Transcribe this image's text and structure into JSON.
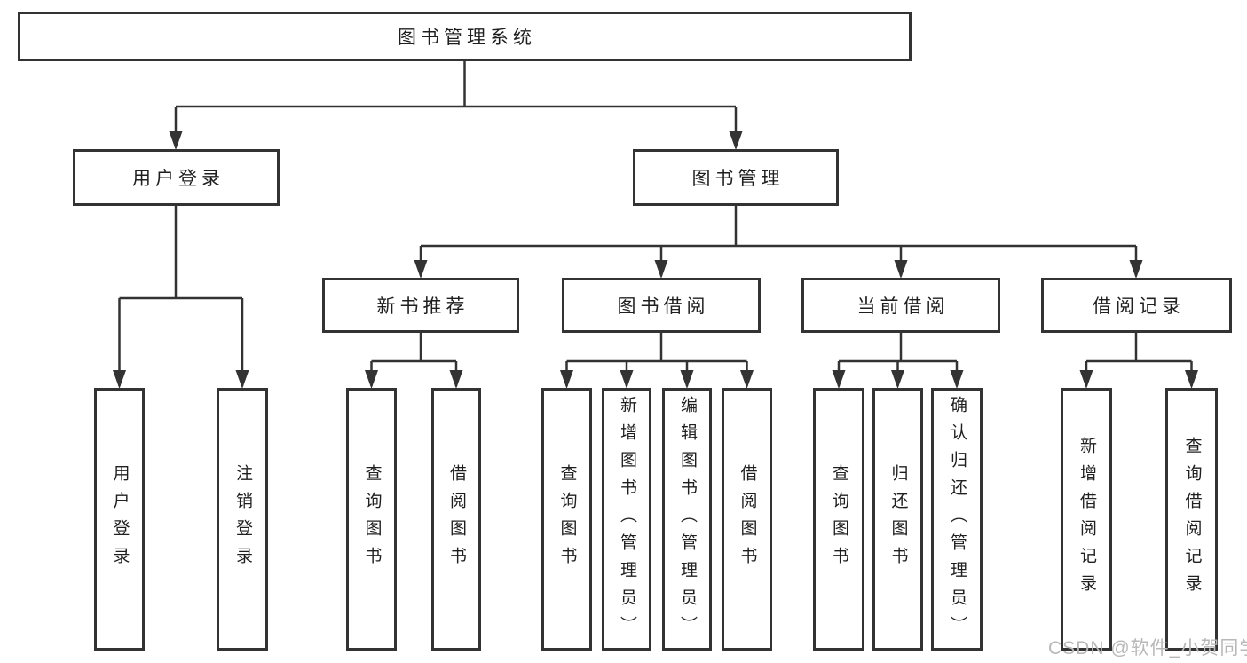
{
  "tree": {
    "root": {
      "label": "图书管理系统",
      "children": [
        {
          "label": "用户登录",
          "children": [
            {
              "label": "用户登录"
            },
            {
              "label": "注销登录"
            }
          ]
        },
        {
          "label": "图书管理",
          "children": [
            {
              "label": "新书推荐",
              "children": [
                {
                  "label": "查询图书"
                },
                {
                  "label": "借阅图书"
                }
              ]
            },
            {
              "label": "图书借阅",
              "children": [
                {
                  "label": "查询图书"
                },
                {
                  "label": "新增图书（管理员）"
                },
                {
                  "label": "编辑图书（管理员）"
                },
                {
                  "label": "借阅图书"
                }
              ]
            },
            {
              "label": "当前借阅",
              "children": [
                {
                  "label": "查询图书"
                },
                {
                  "label": "归还图书"
                },
                {
                  "label": "确认归还（管理员）"
                }
              ]
            },
            {
              "label": "借阅记录",
              "children": [
                {
                  "label": "新增借阅记录"
                },
                {
                  "label": "查询借阅记录"
                }
              ]
            }
          ]
        }
      ]
    }
  },
  "watermark": {
    "text": "CSDN @软件_小贺同学"
  },
  "colors": {
    "line": "#333333",
    "text": "#1f1f1f",
    "background": "#ffffff",
    "watermark": "#b8b8b8"
  }
}
